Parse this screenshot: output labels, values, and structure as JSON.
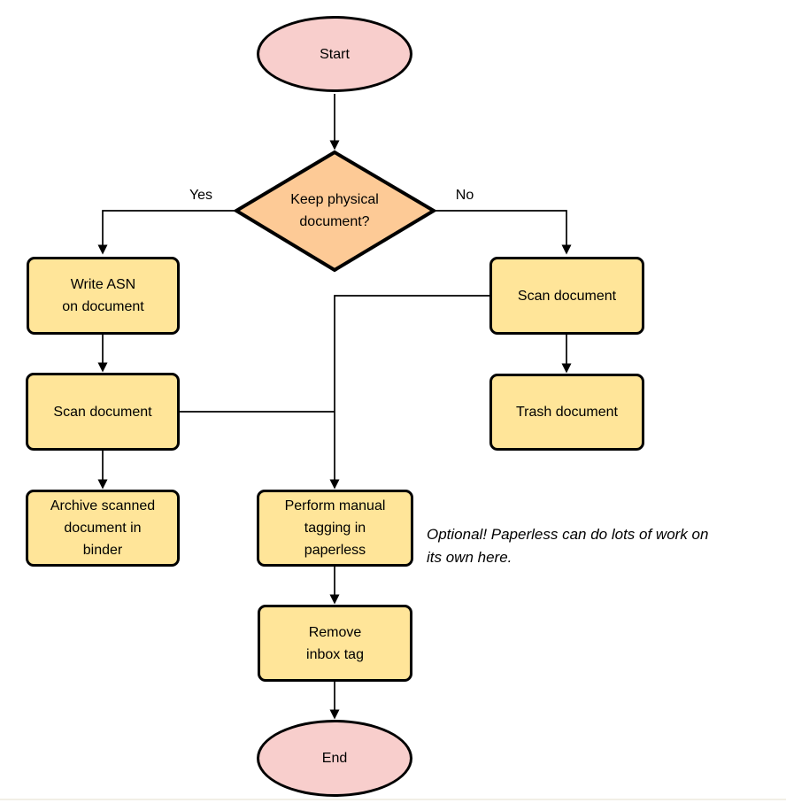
{
  "colors": {
    "terminal_fill": "#f8cecc",
    "process_fill": "#ffe599",
    "decision_fill": "#fdca96",
    "stroke": "#000000",
    "bottom_rule": "#f2efe6"
  },
  "nodes": {
    "start": {
      "label": "Start"
    },
    "decision": {
      "label": "Keep physical\ndocument?"
    },
    "write_asn": {
      "label": "Write ASN\non document"
    },
    "scan_left": {
      "label": "Scan document"
    },
    "archive": {
      "label": "Archive scanned\ndocument in\nbinder"
    },
    "scan_right": {
      "label": "Scan document"
    },
    "trash": {
      "label": "Trash document"
    },
    "tagging": {
      "label": "Perform manual\ntagging in\npaperless"
    },
    "remove_tag": {
      "label": "Remove\ninbox tag"
    },
    "end": {
      "label": "End"
    }
  },
  "edge_labels": {
    "yes": "Yes",
    "no": "No"
  },
  "note": {
    "text": "Optional! Paperless can do lots of work on\nits own here."
  }
}
